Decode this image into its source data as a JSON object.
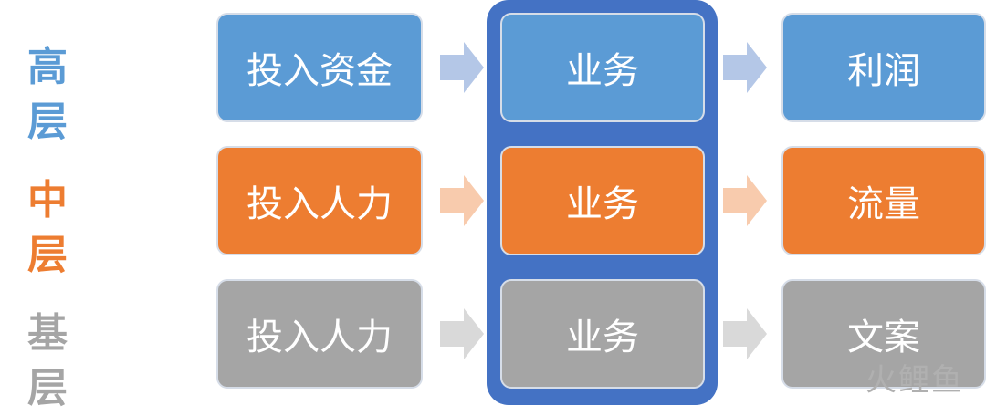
{
  "colors": {
    "blue": "#5b9bd5",
    "orange": "#ed7d31",
    "gray": "#a5a5a5",
    "panel": "#4472c4",
    "arrow_blue": "#b4c7e7",
    "arrow_orange": "#f8cbad",
    "arrow_gray": "#d9d9d9"
  },
  "rows": [
    {
      "level": "高 层",
      "input": "投入资金",
      "business": "业务",
      "output": "利润"
    },
    {
      "level": "中 层",
      "input": "投入人力",
      "business": "业务",
      "output": "流量"
    },
    {
      "level": "基 层",
      "input": "投入人力",
      "business": "业务",
      "output": "文案"
    }
  ],
  "watermark": "火鲤鱼"
}
